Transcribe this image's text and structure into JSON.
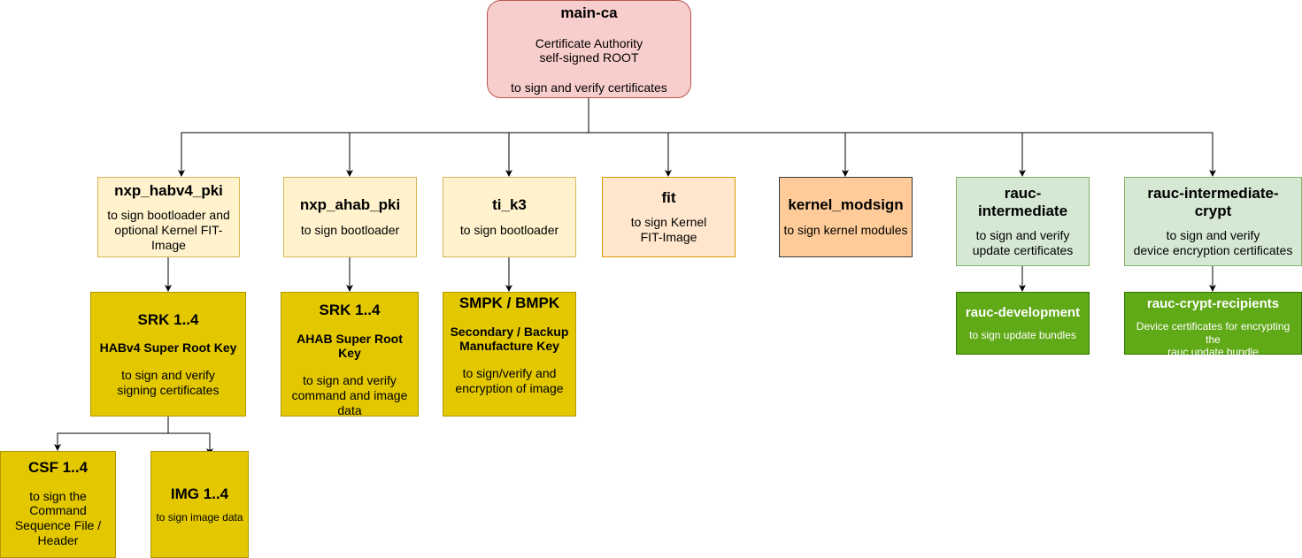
{
  "nodes": {
    "main_ca": {
      "title": "main-ca",
      "desc": "Certificate Authority\nself-signed ROOT\n\nto sign and verify certificates"
    },
    "nxp_habv4_pki": {
      "title": "nxp_habv4_pki",
      "desc": "to sign bootloader and\noptional Kernel FIT-\nImage"
    },
    "nxp_ahab_pki": {
      "title": "nxp_ahab_pki",
      "desc": "to sign bootloader"
    },
    "ti_k3": {
      "title": "ti_k3",
      "desc": "to sign bootloader"
    },
    "fit": {
      "title": "fit",
      "desc": "to sign Kernel\nFIT-Image"
    },
    "kernel_modsign": {
      "title": "kernel_modsign",
      "desc": "to sign kernel modules"
    },
    "rauc_intermediate": {
      "title": "rauc-\nintermediate",
      "desc": "to sign and verify\nupdate certificates"
    },
    "rauc_intermediate_crypt": {
      "title": "rauc-intermediate-\ncrypt",
      "desc": "to sign and verify\ndevice encryption certificates"
    },
    "srk_habv4": {
      "title": "SRK 1..4",
      "subtitle": "HABv4 Super Root Key",
      "desc": "to sign and verify\nsigning certificates"
    },
    "srk_ahab": {
      "title": "SRK 1..4",
      "subtitle": "AHAB Super Root Key",
      "desc": "to sign and verify\ncommand and image\ndata"
    },
    "smpk_bmpk": {
      "title": "SMPK / BMPK",
      "subtitle": "Secondary / Backup\nManufacture Key",
      "desc": "to sign/verify and\nencryption of image"
    },
    "rauc_development": {
      "title": "rauc-development",
      "desc": "to sign update bundles"
    },
    "rauc_crypt_recipients": {
      "title": "rauc-crypt-recipients",
      "desc": "Device certificates for encrypting the\nrauc update bundle"
    },
    "csf": {
      "title": "CSF 1..4",
      "desc": "to sign the\nCommand\nSequence File /\nHeader"
    },
    "img": {
      "title": "IMG 1..4",
      "desc": "to sign image data"
    }
  },
  "colors": {
    "root_fill": "#f8cecc",
    "root_stroke": "#b85450",
    "pki_fill": "#fff2cc",
    "pki_stroke": "#d6b656",
    "fit_fill": "#ffe6cc",
    "fit_stroke": "#d79b00",
    "modsign_fill": "#ffcc99",
    "rauc_fill": "#d5e8d4",
    "rauc_stroke": "#82b366",
    "rauc_leaf_fill": "#60a917",
    "key_fill": "#e3c800",
    "edge": "#000000"
  }
}
